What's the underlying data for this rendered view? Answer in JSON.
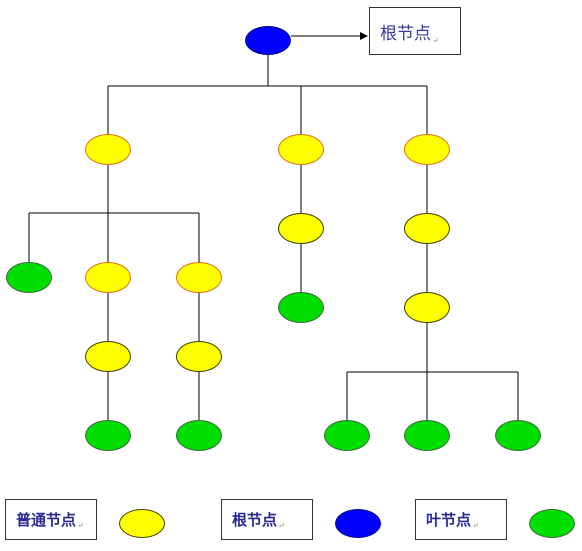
{
  "callout": {
    "label": "根节点",
    "mark": "↵"
  },
  "legend": {
    "ordinary": {
      "label": "普通节点",
      "mark": "↵"
    },
    "root": {
      "label": "根节点",
      "mark": "↵"
    },
    "leaf": {
      "label": "叶节点",
      "mark": "↵"
    }
  },
  "colors": {
    "ordinary_fill": "#ffff00",
    "ordinary_border": "#e07020",
    "root_fill": "#0000ff",
    "leaf_fill": "#00dd00",
    "line": "#000000"
  },
  "icons": {
    "callout_pointer": "arrow-right-icon"
  }
}
